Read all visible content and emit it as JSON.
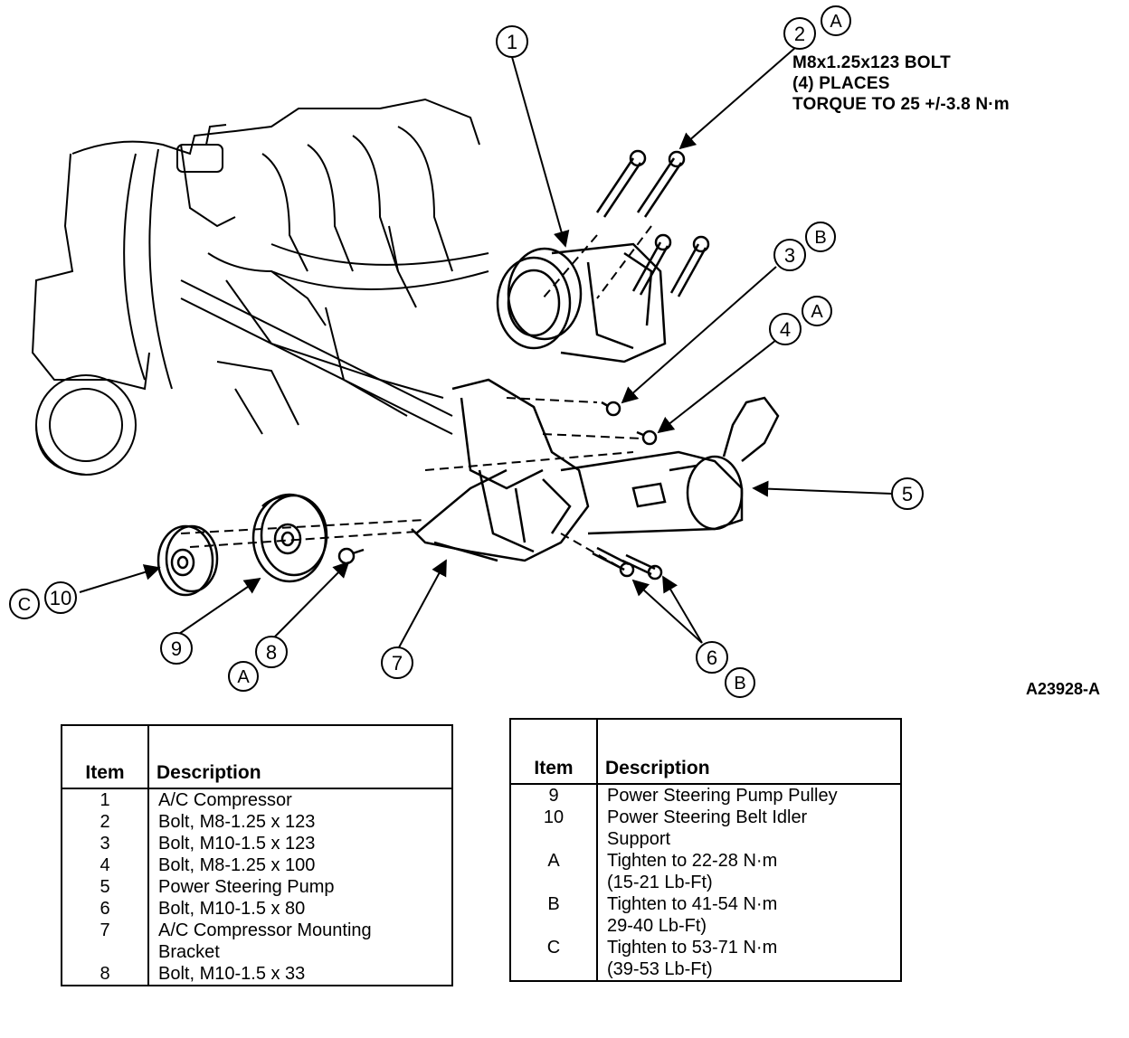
{
  "note": {
    "line1": "M8x1.25x123 BOLT",
    "line2": "(4) PLACES",
    "line3": "TORQUE TO 25 +/-3.8 N·m"
  },
  "figure_id": "A23928-A",
  "callouts": {
    "c1": "1",
    "c2": "2",
    "c3": "3",
    "c4": "4",
    "c5": "5",
    "c6": "6",
    "c7": "7",
    "c8": "8",
    "c9": "9",
    "c10": "10",
    "a2": "A",
    "b3": "B",
    "a4": "A",
    "b6": "B",
    "a8": "A",
    "c10l": "C"
  },
  "legend_left": {
    "header_item": "Item",
    "header_desc": "Description",
    "rows": [
      {
        "item": "1",
        "desc": "A/C Compressor"
      },
      {
        "item": "2",
        "desc": "Bolt, M8-1.25 x 123"
      },
      {
        "item": "3",
        "desc": "Bolt, M10-1.5 x 123"
      },
      {
        "item": "4",
        "desc": "Bolt, M8-1.25 x 100"
      },
      {
        "item": "5",
        "desc": "Power Steering Pump"
      },
      {
        "item": "6",
        "desc": "Bolt, M10-1.5 x 80"
      },
      {
        "item": "7",
        "desc": "A/C Compressor Mounting",
        "desc2": "Bracket"
      },
      {
        "item": "8",
        "desc": "Bolt, M10-1.5 x 33"
      }
    ]
  },
  "legend_right": {
    "header_item": "Item",
    "header_desc": "Description",
    "rows": [
      {
        "item": "9",
        "desc": "Power Steering Pump Pulley"
      },
      {
        "item": "10",
        "desc": "Power Steering Belt Idler",
        "desc2": "Support"
      },
      {
        "item": "A",
        "desc": "Tighten to 22-28 N·m",
        "desc2": "(15-21 Lb-Ft)"
      },
      {
        "item": "B",
        "desc": "Tighten to 41-54 N·m",
        "desc2": "29-40 Lb-Ft)"
      },
      {
        "item": "C",
        "desc": "Tighten to 53-71 N·m",
        "desc2": "(39-53 Lb-Ft)"
      }
    ]
  }
}
